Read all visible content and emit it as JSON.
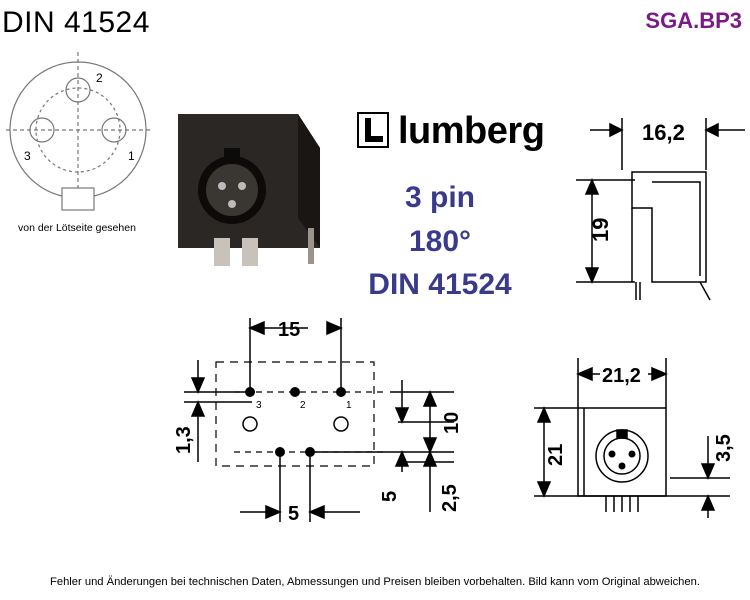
{
  "header": {
    "title": "DIN 41524",
    "product_code": "SGA.BP3"
  },
  "pinout": {
    "pin_labels": [
      "2",
      "3",
      "1"
    ],
    "caption": "von der Lötseite gesehen"
  },
  "brand": {
    "name": "lumberg",
    "logo_icon": "lumberg-logo-icon"
  },
  "spec": {
    "line1": "3 pin",
    "line2": "180°",
    "line3": "DIN 41524"
  },
  "side_view": {
    "width_label": "16,2",
    "height_label": "19"
  },
  "pcb_layout": {
    "top_label": "15",
    "left_label": "1,3",
    "height_label": "10",
    "offset_label": "5",
    "bottom_offset_label": "2,5",
    "bottom_label": "5",
    "pin_numbers": [
      "3",
      "2",
      "1"
    ]
  },
  "front_view": {
    "width_label": "21,2",
    "height_label": "21",
    "pin_offset_label": "3,5"
  },
  "footer": {
    "disclaimer": "Fehler und Änderungen bei technischen Daten, Abmessungen und Preisen bleiben vorbehalten. Bild kann vom Original abweichen."
  }
}
